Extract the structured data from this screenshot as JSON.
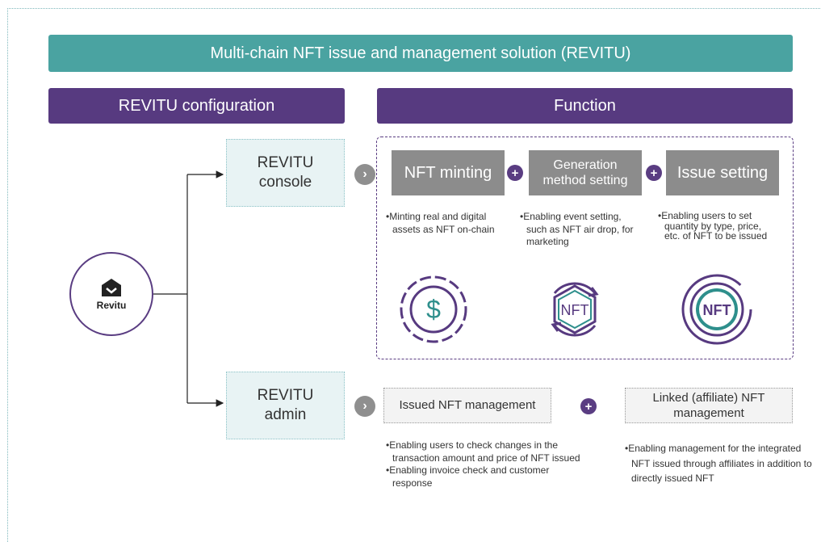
{
  "title": "Multi-chain NFT issue and management solution (REVITU)",
  "left_header": "REVITU configuration",
  "right_header": "Function",
  "logo_label": "Revitu",
  "console_box": "REVITU\nconsole",
  "admin_box": "REVITU\nadmin",
  "functions": [
    {
      "label": "NFT minting",
      "bullets": [
        "Minting real and digital assets as NFT on-chain"
      ],
      "icon": "dollar-coin-icon"
    },
    {
      "label": "Generation\nmethod setting",
      "bullets": [
        "Enabling event setting, such as NFT air drop, for marketing"
      ],
      "icon": "nft-cycle-icon"
    },
    {
      "label": "Issue setting",
      "bullets": [
        "Enabling users to set quantity by type, price, etc. of NFT to be issued"
      ],
      "icon": "nft-badge-icon"
    }
  ],
  "icon_text": {
    "nft": "NFT",
    "dollar": "$"
  },
  "admin_functions": [
    {
      "label": "Issued NFT management",
      "bullets": [
        "Enabling users to check changes in the transaction amount and price of NFT issued",
        "Enabling invoice check and customer response"
      ]
    },
    {
      "label": "Linked (affiliate) NFT management",
      "bullets": [
        "Enabling management for the integrated NFT issued through affiliates in addition to directly issued NFT"
      ]
    }
  ],
  "plus_symbol": "+",
  "chevron_symbol": "›",
  "colors": {
    "teal": "#4aa3a1",
    "purple": "#573a80",
    "gray": "#8c8c8c",
    "light_teal": "#e8f3f4",
    "icon_teal": "#2e8f8c"
  }
}
